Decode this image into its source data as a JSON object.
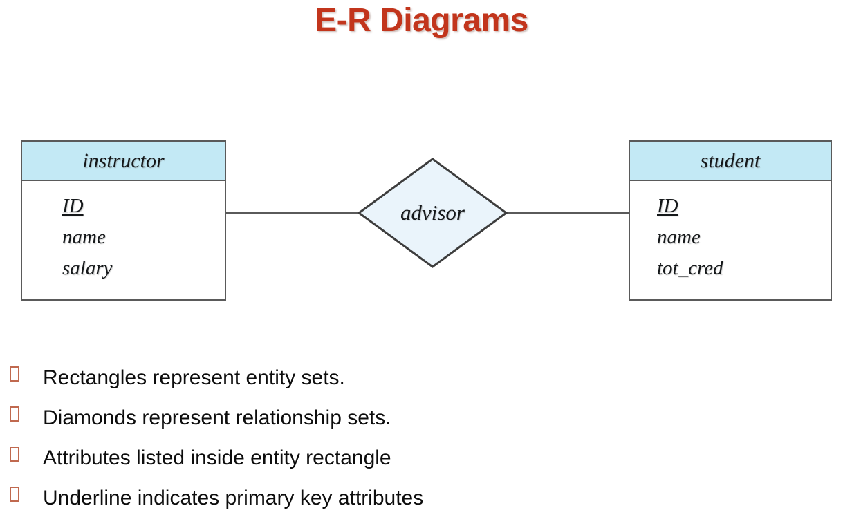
{
  "slide": {
    "title": "E-R Diagrams",
    "title_color": "#c2351c"
  },
  "diagram": {
    "entities": [
      {
        "name": "instructor",
        "attributes": [
          {
            "label": "ID",
            "primary_key": true
          },
          {
            "label": "name",
            "primary_key": false
          },
          {
            "label": "salary",
            "primary_key": false
          }
        ]
      },
      {
        "name": "student",
        "attributes": [
          {
            "label": "ID",
            "primary_key": true
          },
          {
            "label": "name",
            "primary_key": false
          },
          {
            "label": "tot_cred",
            "primary_key": false
          }
        ]
      }
    ],
    "relationship": {
      "name": "advisor"
    },
    "colors": {
      "entity_header_fill": "#c3e9f5",
      "entity_body_fill": "#ffffff",
      "diamond_fill": "#eaf4fb",
      "stroke": "#5a5a5a"
    }
  },
  "bullets": {
    "glyph_name": "hollow-rectangle-bullet",
    "glyph_color": "#c0694f",
    "items": [
      "Rectangles represent entity sets.",
      "Diamonds represent relationship sets.",
      "Attributes listed inside entity rectangle",
      "Underline indicates primary key attributes"
    ]
  }
}
